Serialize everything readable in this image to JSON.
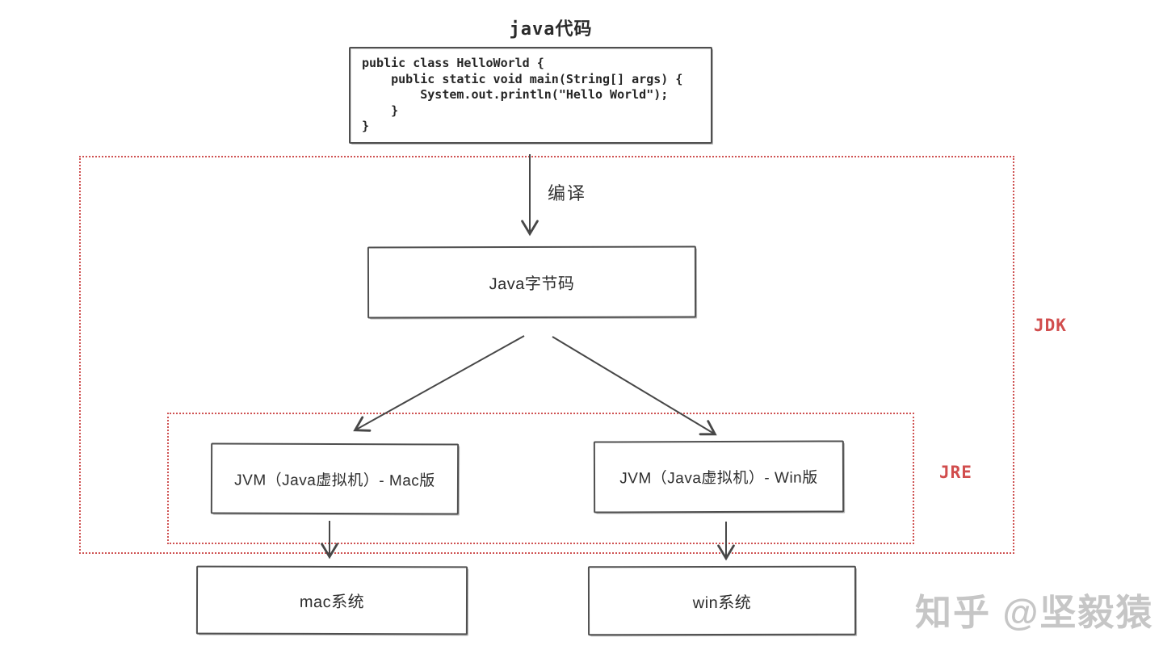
{
  "diagram": {
    "title": "java代码",
    "code_box": {
      "lines": [
        "public class HelloWorld {",
        "    public static void main(String[] args) {",
        "        System.out.println(\"Hello World\");",
        "    }",
        "}"
      ]
    },
    "compile_label": "编译",
    "nodes": {
      "bytecode": "Java字节码",
      "jvm_mac": "JVM（Java虚拟机）- Mac版",
      "jvm_win": "JVM（Java虚拟机）- Win版",
      "os_mac": "mac系统",
      "os_win": "win系统"
    },
    "groups": {
      "jdk_label": "JDK",
      "jre_label": "JRE"
    },
    "watermark": "知乎 @坚毅猿",
    "colors": {
      "dotted_border": "#cf5252",
      "group_label": "#d14d4d",
      "box_border": "#4f4f4f",
      "text": "#2e2e2e",
      "arrow": "#474747",
      "watermark": "#c6c6c6"
    }
  }
}
